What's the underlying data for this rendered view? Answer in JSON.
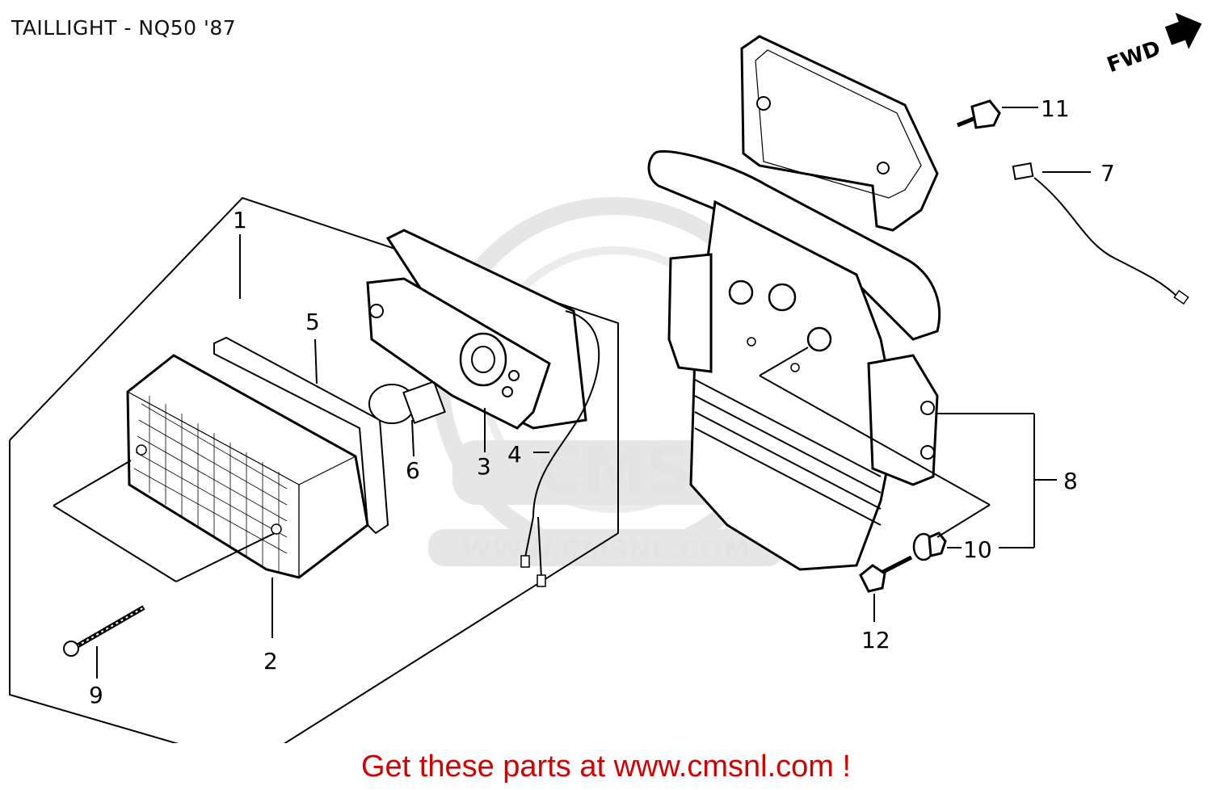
{
  "title": "TAILLIGHT  - NQ50 '87",
  "footer": "Get these parts at www.cmsnl.com !",
  "watermark": {
    "brand": "CMS",
    "url": "WWW.CMSNL.COM"
  },
  "direction_label": "FWD",
  "callouts": [
    {
      "id": "1",
      "label": "1"
    },
    {
      "id": "2",
      "label": "2"
    },
    {
      "id": "3",
      "label": "3"
    },
    {
      "id": "4",
      "label": "4"
    },
    {
      "id": "5",
      "label": "5"
    },
    {
      "id": "6",
      "label": "6"
    },
    {
      "id": "7",
      "label": "7"
    },
    {
      "id": "8",
      "label": "8"
    },
    {
      "id": "9",
      "label": "9"
    },
    {
      "id": "10",
      "label": "10"
    },
    {
      "id": "11",
      "label": "11"
    },
    {
      "id": "12",
      "label": "12"
    }
  ],
  "colors": {
    "footer": "#d40000",
    "watermark": "#e3e3e3",
    "line": "#000000"
  }
}
